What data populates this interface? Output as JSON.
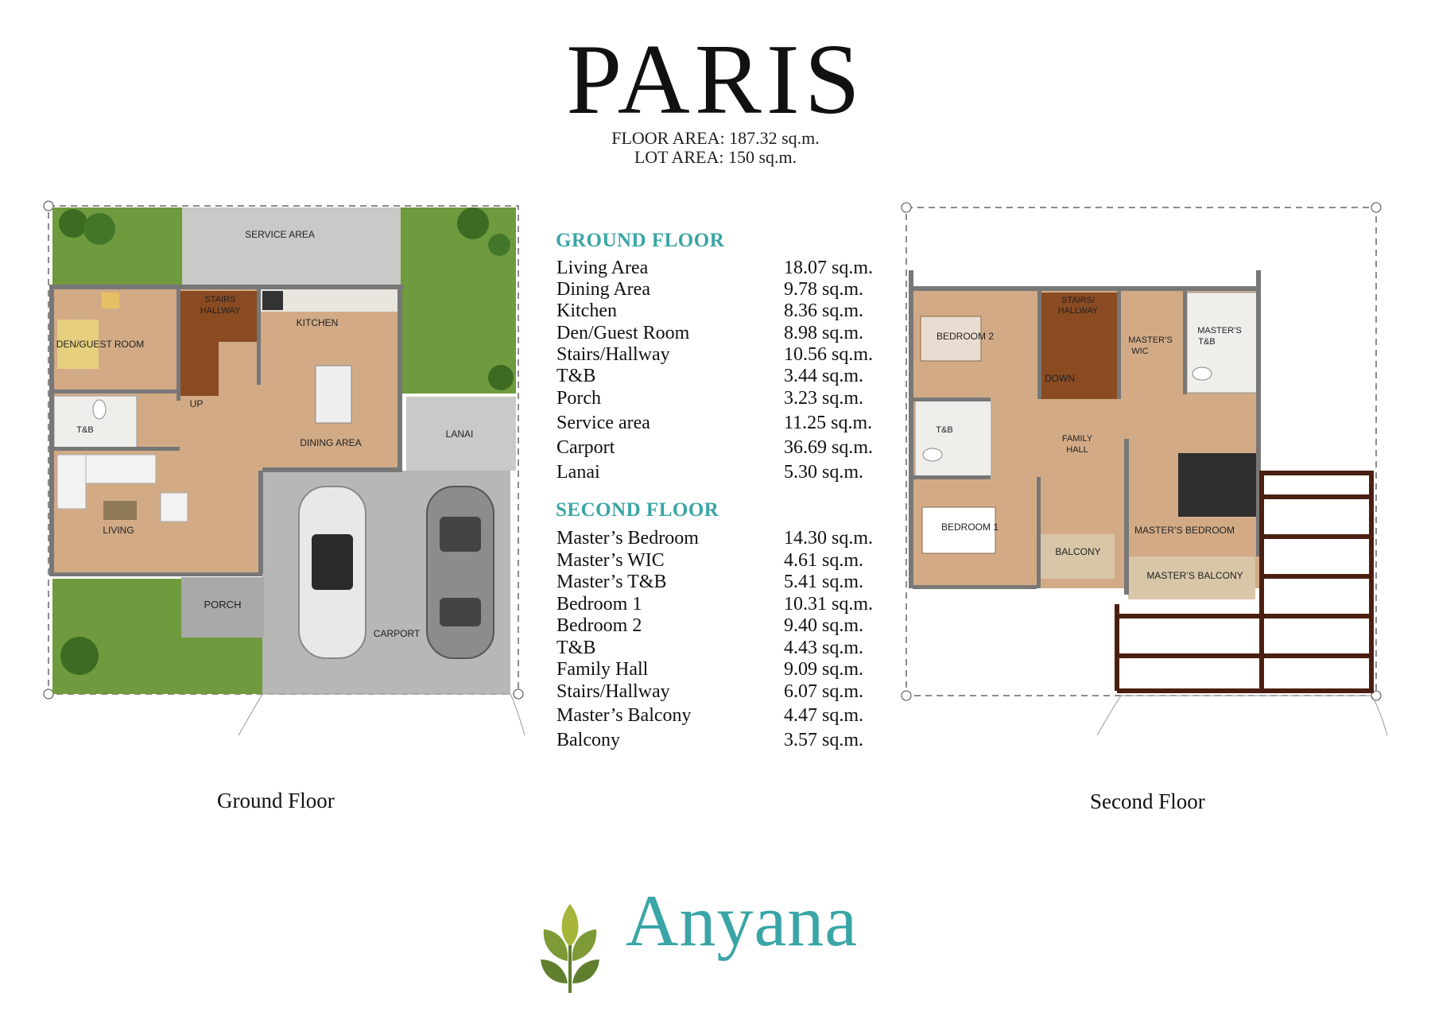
{
  "header": {
    "title": "PARIS",
    "floor_area": "FLOOR AREA: 187.32 sq.m.",
    "lot_area": "LOT AREA: 150 sq.m."
  },
  "ground_floor": {
    "heading": "GROUND FLOOR",
    "rows": [
      {
        "label": "Living Area",
        "value": "18.07 sq.m."
      },
      {
        "label": "Dining Area",
        "value": "9.78 sq.m."
      },
      {
        "label": "Kitchen",
        "value": "8.36 sq.m."
      },
      {
        "label": "Den/Guest Room",
        "value": "8.98 sq.m."
      },
      {
        "label": "Stairs/Hallway",
        "value": "10.56 sq.m."
      },
      {
        "label": "T&B",
        "value": "3.44 sq.m."
      },
      {
        "label": "Porch",
        "value": "3.23 sq.m."
      },
      {
        "label": "Service area",
        "value": "11.25 sq.m."
      },
      {
        "label": "Carport",
        "value": "36.69 sq.m."
      },
      {
        "label": "Lanai",
        "value": "5.30 sq.m."
      }
    ]
  },
  "second_floor": {
    "heading": "SECOND FLOOR",
    "rows": [
      {
        "label": "Master’s Bedroom",
        "value": "14.30 sq.m."
      },
      {
        "label": "Master’s WIC",
        "value": "4.61 sq.m."
      },
      {
        "label": "Master’s T&B",
        "value": "5.41 sq.m."
      },
      {
        "label": "Bedroom 1",
        "value": "10.31 sq.m."
      },
      {
        "label": "Bedroom 2",
        "value": "9.40 sq.m."
      },
      {
        "label": "T&B",
        "value": "4.43 sq.m."
      },
      {
        "label": "Family Hall",
        "value": "9.09 sq.m."
      },
      {
        "label": "Stairs/Hallway",
        "value": "6.07 sq.m."
      },
      {
        "label": "Master’s Balcony",
        "value": "4.47 sq.m."
      },
      {
        "label": "Balcony",
        "value": "3.57 sq.m."
      }
    ]
  },
  "ground_plan": {
    "caption": "Ground Floor",
    "labels": {
      "service_area": "SERVICE AREA",
      "stairs_hallway_1": "STAIRS",
      "stairs_hallway_2": "HALLWAY",
      "kitchen": "KITCHEN",
      "den": "DEN/GUEST ROOM",
      "up": "UP",
      "tb": "T&B",
      "dining": "DINING AREA",
      "lanai": "LANAI",
      "living": "LIVING",
      "porch": "PORCH",
      "carport": "CARPORT"
    }
  },
  "second_plan": {
    "caption": "Second Floor",
    "labels": {
      "stairs_1": "STAIRS/",
      "stairs_2": "HALLWAY",
      "bedroom2": "BEDROOM 2",
      "wic_1": "MASTER’S",
      "wic_2": "WIC",
      "mtb_1": "MASTER’S",
      "mtb_2": "T&B",
      "down": "DOWN",
      "tb": "T&B",
      "family_1": "FAMILY",
      "family_2": "HALL",
      "bedroom1": "BEDROOM 1",
      "balcony": "BALCONY",
      "master_bedroom": "MASTER’S BEDROOM",
      "master_balcony": "MASTER’S BALCONY"
    }
  },
  "brand": {
    "name": "Anyana",
    "icon": "leaf-icon"
  },
  "colors": {
    "accent": "#3aa5a6",
    "floor_tile": "#d2ab86",
    "stairs": "#8a4b22",
    "grass": "#6f9a3e",
    "concrete": "#c9c9c7",
    "pergola": "#4a1f12"
  }
}
